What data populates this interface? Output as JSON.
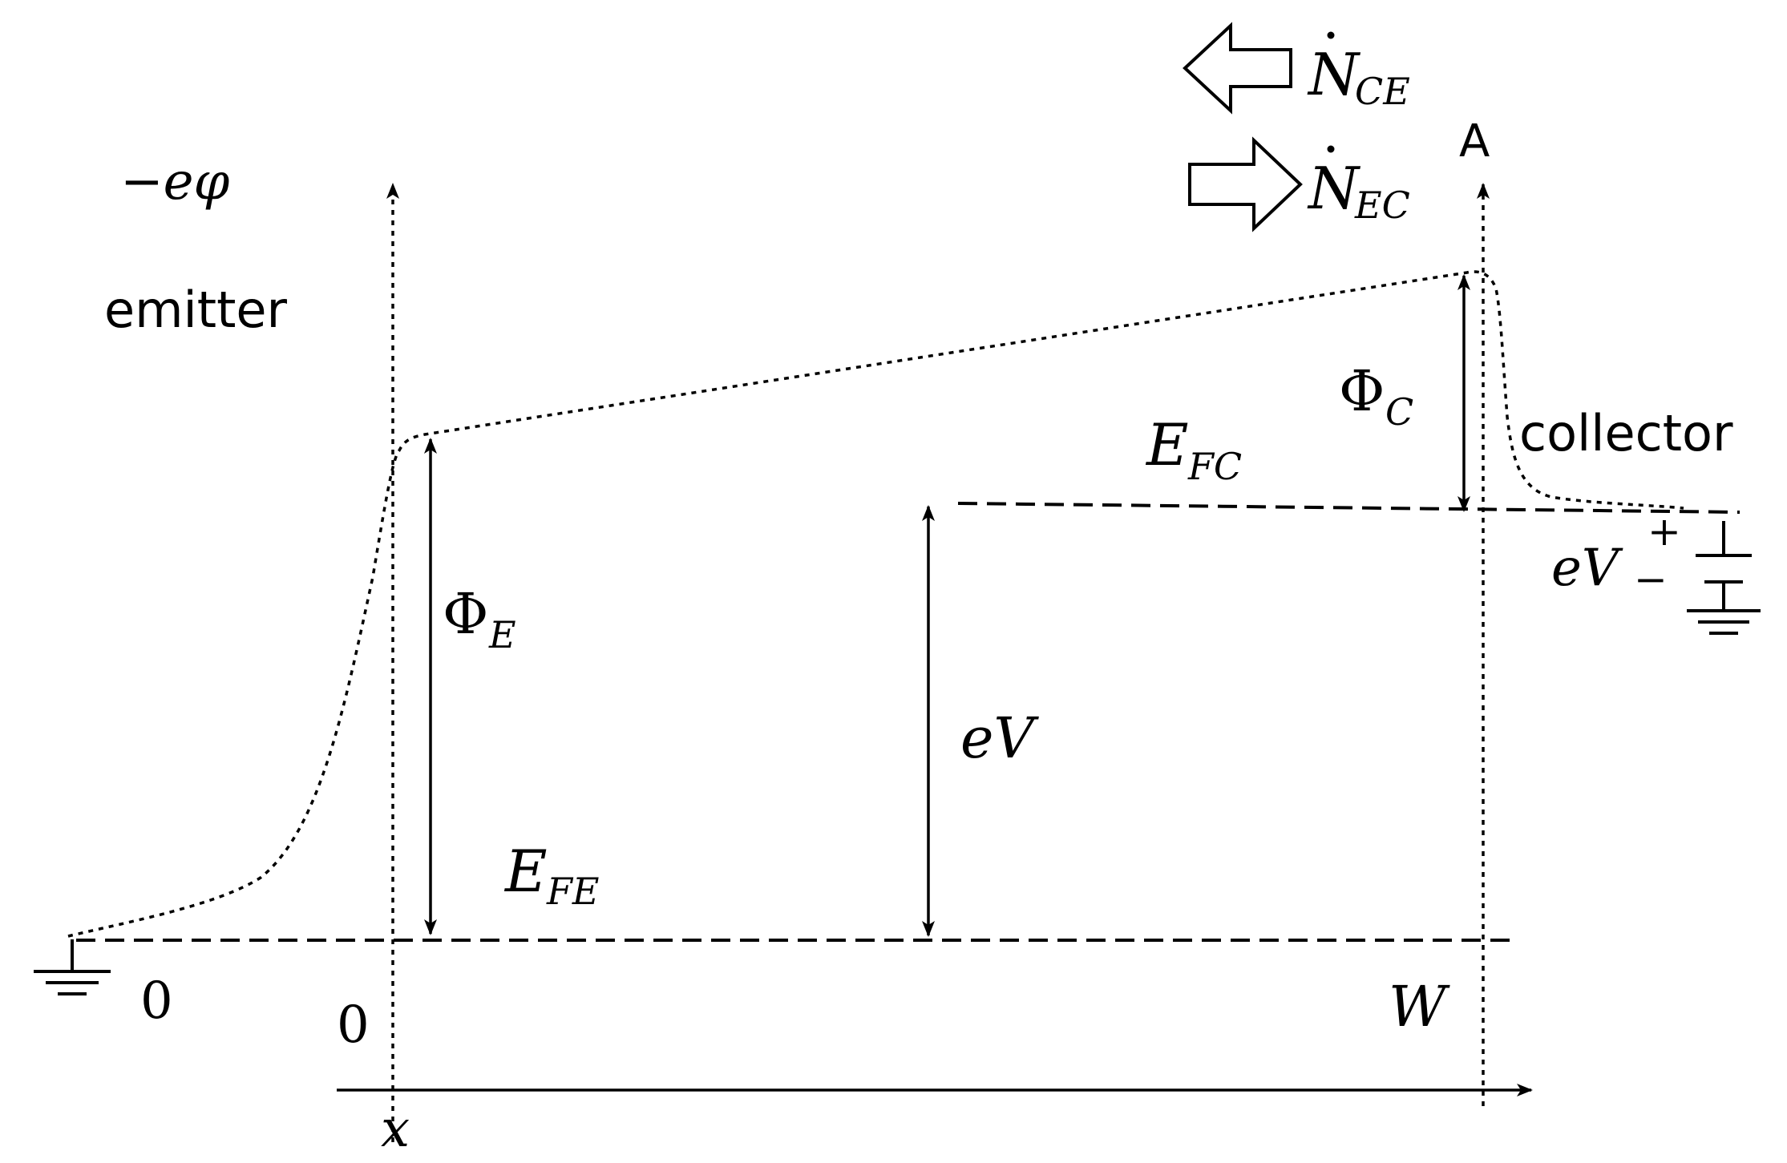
{
  "labels": {
    "y_axis": "−eφ",
    "emitter": "emitter",
    "collector": "collector",
    "phi_e_main": "Φ",
    "phi_e_sub": "E",
    "phi_c_main": "Φ",
    "phi_c_sub": "C",
    "efe_main": "E",
    "efe_sub": "FE",
    "efc_main": "E",
    "efc_sub": "FC",
    "ev_mid": "eV",
    "ev_right": "eV",
    "n_ce_main": "N",
    "n_ce_sub": "CE",
    "n_ec_main": "N",
    "n_ec_sub": "EC",
    "point_a": "A",
    "zero_left": "0",
    "zero_axis": "0",
    "w_label": "W",
    "x_label": "x",
    "plus": "+",
    "minus": "−"
  },
  "icons": {
    "ground_left": "ground-icon",
    "ground_right": "ground-icon",
    "battery": "battery-icon",
    "arrow_left": "hollow-arrow-left-icon",
    "arrow_right": "hollow-arrow-right-icon"
  }
}
